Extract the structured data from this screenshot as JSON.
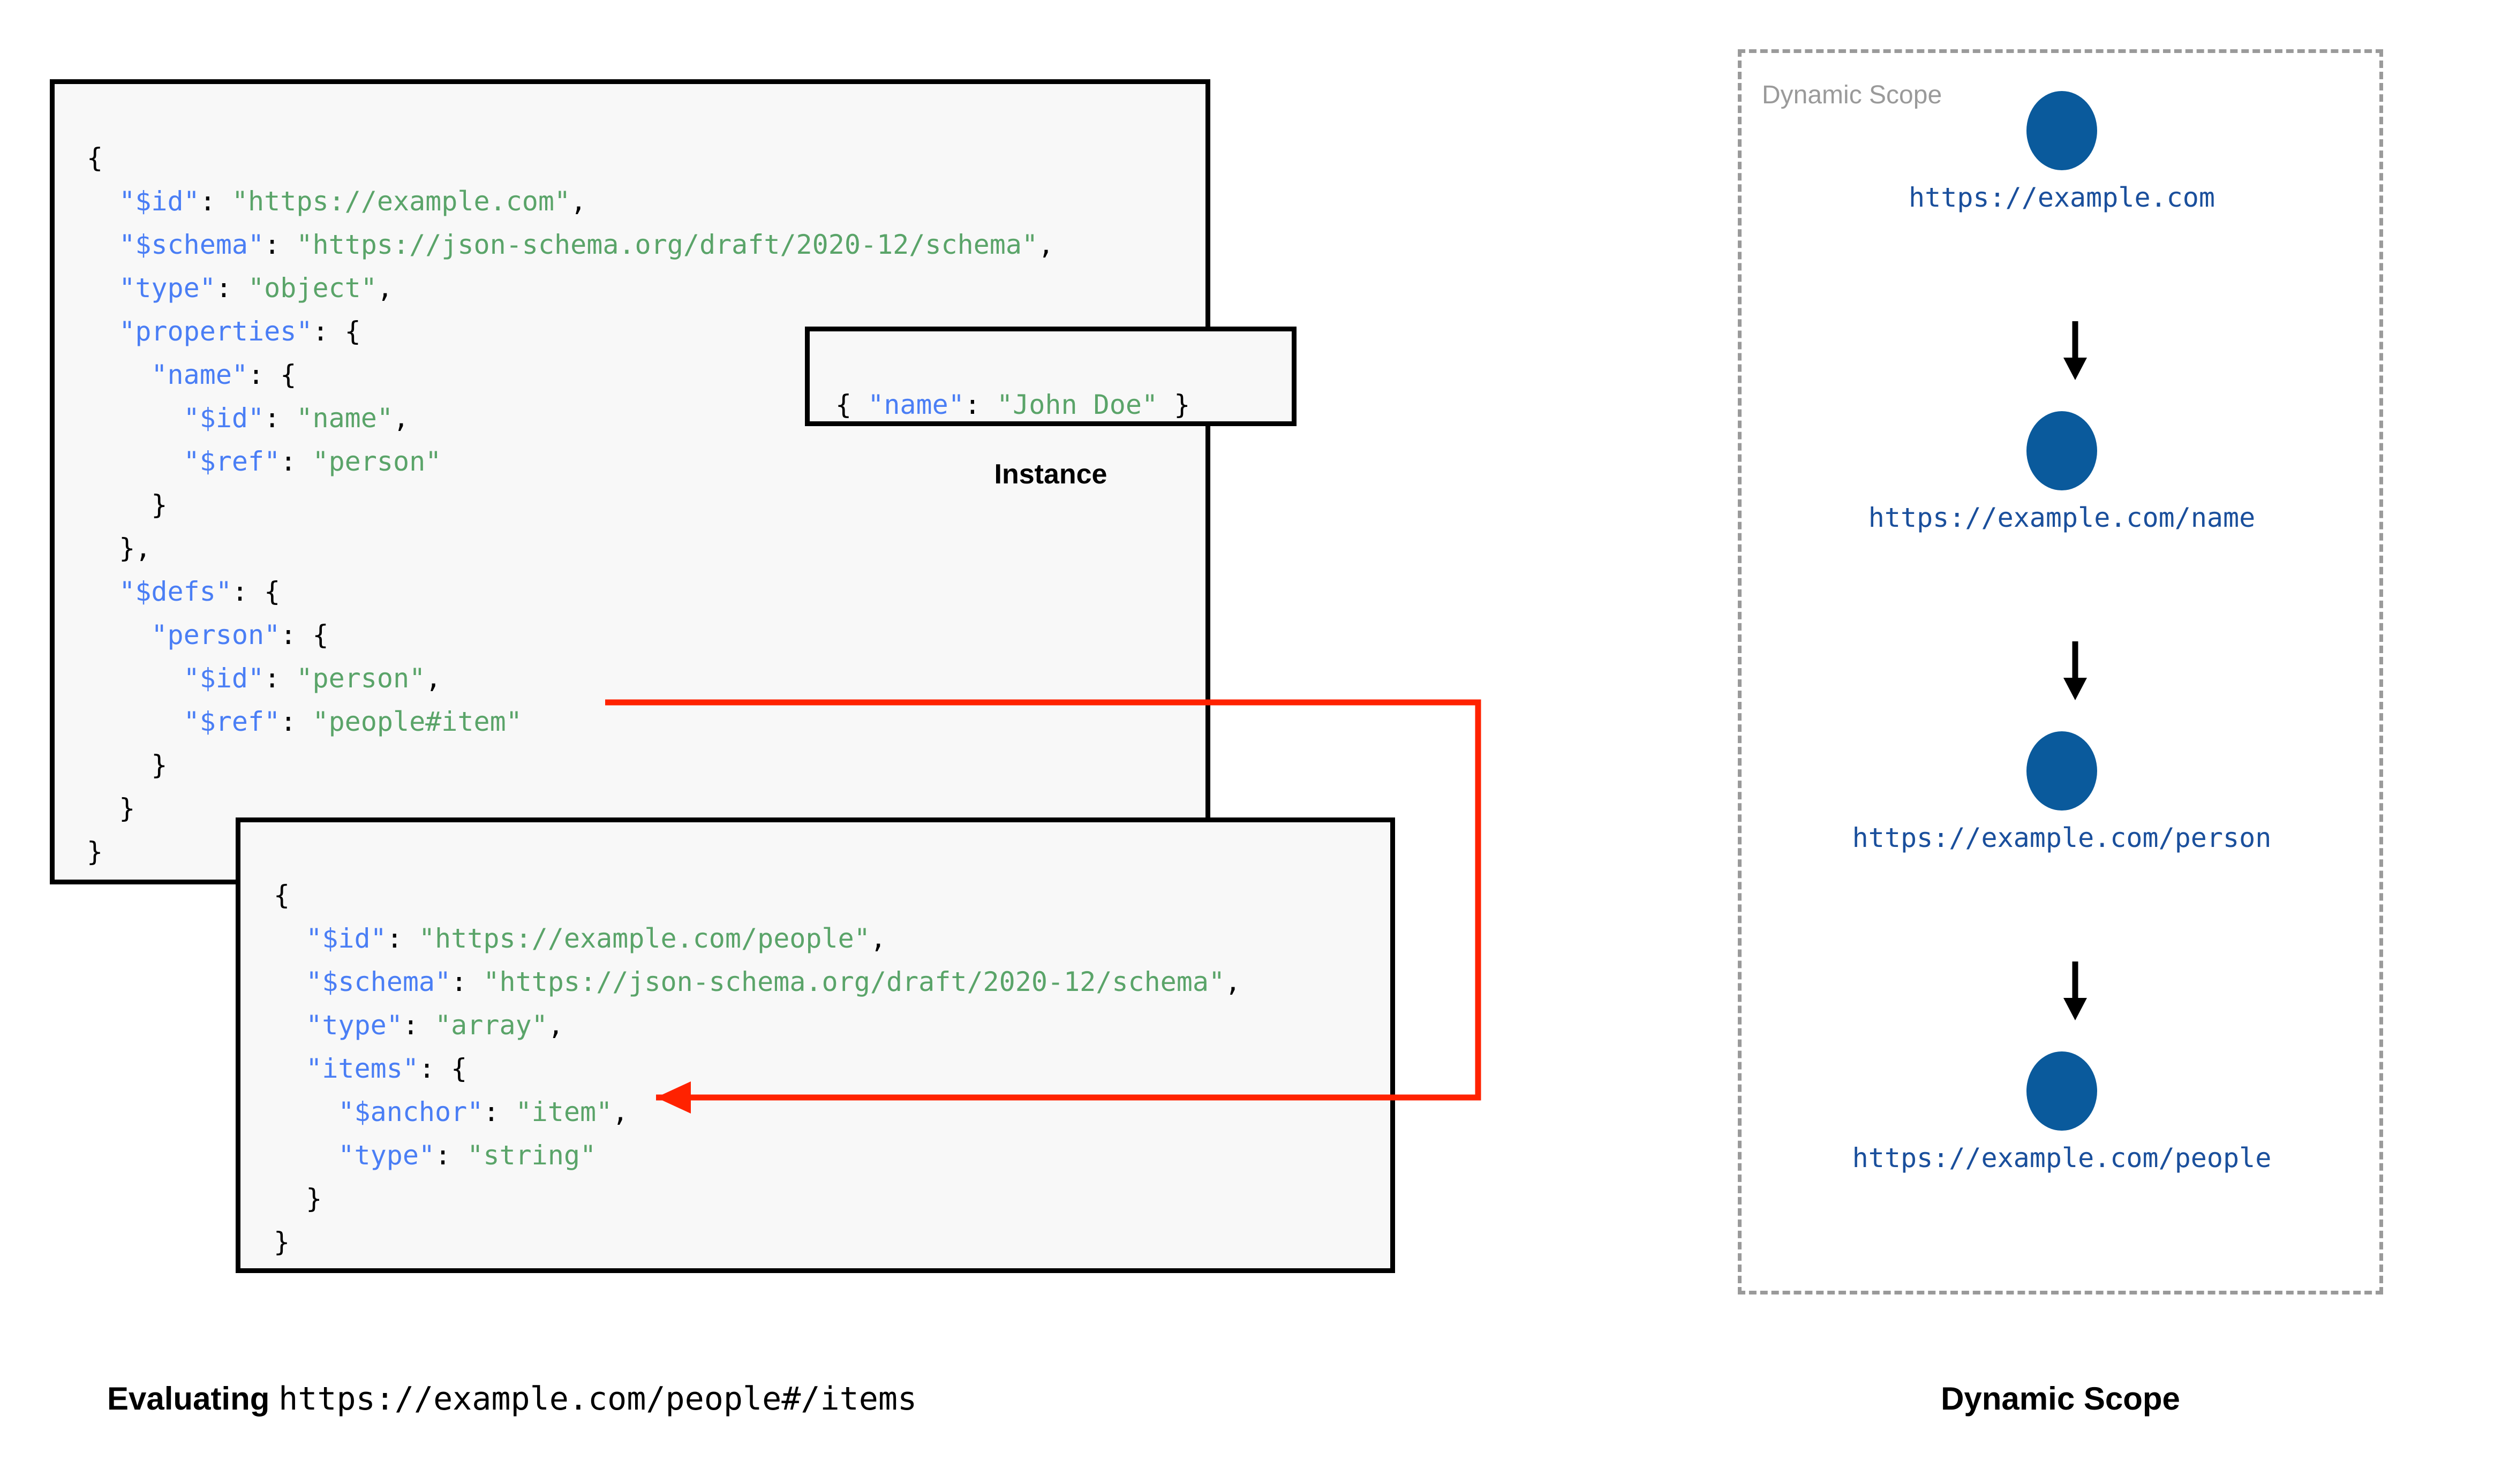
{
  "diagram": {
    "title_left": "Evaluating https://example.com/people#/items",
    "title_right": "Dynamic Scope"
  },
  "main_schema": {
    "name": "root-schema",
    "lines": [
      [
        {
          "t": "{",
          "c": "p"
        }
      ],
      [
        {
          "t": "  ",
          "c": "p"
        },
        {
          "t": "\"$id\"",
          "c": "k"
        },
        {
          "t": ": ",
          "c": "p"
        },
        {
          "t": "\"https://example.com\"",
          "c": "v"
        },
        {
          "t": ",",
          "c": "p"
        }
      ],
      [
        {
          "t": "  ",
          "c": "p"
        },
        {
          "t": "\"$schema\"",
          "c": "k"
        },
        {
          "t": ": ",
          "c": "p"
        },
        {
          "t": "\"https://json-schema.org/draft/2020-12/schema\"",
          "c": "v"
        },
        {
          "t": ",",
          "c": "p"
        }
      ],
      [
        {
          "t": "  ",
          "c": "p"
        },
        {
          "t": "\"type\"",
          "c": "k"
        },
        {
          "t": ": ",
          "c": "p"
        },
        {
          "t": "\"object\"",
          "c": "v"
        },
        {
          "t": ",",
          "c": "p"
        }
      ],
      [
        {
          "t": "  ",
          "c": "p"
        },
        {
          "t": "\"properties\"",
          "c": "k"
        },
        {
          "t": ": {",
          "c": "p"
        }
      ],
      [
        {
          "t": "    ",
          "c": "p"
        },
        {
          "t": "\"name\"",
          "c": "k"
        },
        {
          "t": ": {",
          "c": "p"
        }
      ],
      [
        {
          "t": "      ",
          "c": "p"
        },
        {
          "t": "\"$id\"",
          "c": "k"
        },
        {
          "t": ": ",
          "c": "p"
        },
        {
          "t": "\"name\"",
          "c": "v"
        },
        {
          "t": ",",
          "c": "p"
        }
      ],
      [
        {
          "t": "      ",
          "c": "p"
        },
        {
          "t": "\"$ref\"",
          "c": "k"
        },
        {
          "t": ": ",
          "c": "p"
        },
        {
          "t": "\"person\"",
          "c": "v"
        }
      ],
      [
        {
          "t": "    }",
          "c": "p"
        }
      ],
      [
        {
          "t": "  },",
          "c": "p"
        }
      ],
      [
        {
          "t": "  ",
          "c": "p"
        },
        {
          "t": "\"$defs\"",
          "c": "k"
        },
        {
          "t": ": {",
          "c": "p"
        }
      ],
      [
        {
          "t": "    ",
          "c": "p"
        },
        {
          "t": "\"person\"",
          "c": "k"
        },
        {
          "t": ": {",
          "c": "p"
        }
      ],
      [
        {
          "t": "      ",
          "c": "p"
        },
        {
          "t": "\"$id\"",
          "c": "k"
        },
        {
          "t": ": ",
          "c": "p"
        },
        {
          "t": "\"person\"",
          "c": "v"
        },
        {
          "t": ",",
          "c": "p"
        }
      ],
      [
        {
          "t": "      ",
          "c": "p"
        },
        {
          "t": "\"$ref\"",
          "c": "k"
        },
        {
          "t": ": ",
          "c": "p"
        },
        {
          "t": "\"people#item\"",
          "c": "v"
        }
      ],
      [
        {
          "t": "    }",
          "c": "p"
        }
      ],
      [
        {
          "t": "  }",
          "c": "p"
        }
      ],
      [
        {
          "t": "}",
          "c": "p"
        }
      ]
    ]
  },
  "instance": {
    "caption": "Instance",
    "lines": [
      [
        {
          "t": "{ ",
          "c": "p"
        },
        {
          "t": "\"name\"",
          "c": "k"
        },
        {
          "t": ": ",
          "c": "p"
        },
        {
          "t": "\"John Doe\"",
          "c": "v"
        },
        {
          "t": " }",
          "c": "p"
        }
      ]
    ]
  },
  "people_schema": {
    "name": "people-schema",
    "lines": [
      [
        {
          "t": "{",
          "c": "p"
        }
      ],
      [
        {
          "t": "  ",
          "c": "p"
        },
        {
          "t": "\"$id\"",
          "c": "k"
        },
        {
          "t": ": ",
          "c": "p"
        },
        {
          "t": "\"https://example.com/people\"",
          "c": "v"
        },
        {
          "t": ",",
          "c": "p"
        }
      ],
      [
        {
          "t": "  ",
          "c": "p"
        },
        {
          "t": "\"$schema\"",
          "c": "k"
        },
        {
          "t": ": ",
          "c": "p"
        },
        {
          "t": "\"https://json-schema.org/draft/2020-12/schema\"",
          "c": "v"
        },
        {
          "t": ",",
          "c": "p"
        }
      ],
      [
        {
          "t": "  ",
          "c": "p"
        },
        {
          "t": "\"type\"",
          "c": "k"
        },
        {
          "t": ": ",
          "c": "p"
        },
        {
          "t": "\"array\"",
          "c": "v"
        },
        {
          "t": ",",
          "c": "p"
        }
      ],
      [
        {
          "t": "  ",
          "c": "p"
        },
        {
          "t": "\"items\"",
          "c": "k"
        },
        {
          "t": ": {",
          "c": "p"
        }
      ],
      [
        {
          "t": "    ",
          "c": "p"
        },
        {
          "t": "\"$anchor\"",
          "c": "k"
        },
        {
          "t": ": ",
          "c": "p"
        },
        {
          "t": "\"item\"",
          "c": "v"
        },
        {
          "t": ",",
          "c": "p"
        }
      ],
      [
        {
          "t": "    ",
          "c": "p"
        },
        {
          "t": "\"type\"",
          "c": "k"
        },
        {
          "t": ": ",
          "c": "p"
        },
        {
          "t": "\"string\"",
          "c": "v"
        }
      ],
      [
        {
          "t": "  }",
          "c": "p"
        }
      ],
      [
        {
          "t": "}",
          "c": "p"
        }
      ]
    ]
  },
  "connector": {
    "name": "ref-to-anchor-arrow",
    "color": "#ff2200",
    "from": "$ref: people#item",
    "to": "$anchor: item"
  },
  "dynamic_scope": {
    "inner_label": "Dynamic Scope",
    "caption": "Dynamic Scope",
    "border_color": "#9a9a9a",
    "node_color": "#0a5a9c",
    "label_color": "#1a4f9c",
    "nodes": [
      {
        "label": "https://example.com"
      },
      {
        "label": "https://example.com/name"
      },
      {
        "label": "https://example.com/person"
      },
      {
        "label": "https://example.com/people"
      }
    ]
  },
  "evaluating": {
    "label": "Evaluating",
    "uri": "https://example.com/people#/items"
  },
  "colors": {
    "key": "#4a7ef5",
    "value": "#5aa469",
    "punct": "#000000",
    "box_border": "#000000",
    "box_fill": "#f8f8f8",
    "arrow_red": "#ff2200"
  }
}
